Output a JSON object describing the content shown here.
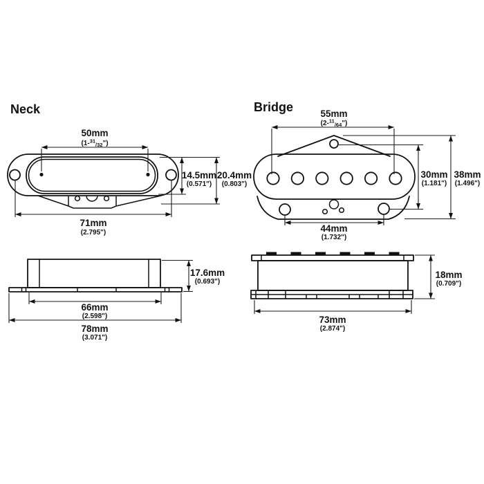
{
  "diagram": {
    "colors": {
      "line": "#111111",
      "background": "#ffffff"
    },
    "neck": {
      "title": "Neck",
      "top_view": {
        "pole_spread": {
          "mm": "50mm",
          "in_prefix": "(1-",
          "in_sup": "31",
          "in_sub": "/32",
          "in_suffix": "\")"
        },
        "cover_height": {
          "mm": "14.5mm",
          "in": "(0.571\")"
        },
        "total_height": {
          "mm": "20.4mm",
          "in": "(0.803\")"
        },
        "mount_spread": {
          "mm": "71mm",
          "in": "(2.795\")"
        }
      },
      "side_view": {
        "height": {
          "mm": "17.6mm",
          "in": "(0.693\")"
        },
        "body_width": {
          "mm": "66mm",
          "in": "(2.598\")"
        },
        "total_width": {
          "mm": "78mm",
          "in": "(3.071\")"
        }
      }
    },
    "bridge": {
      "title": "Bridge",
      "top_view": {
        "pole_spread": {
          "mm": "55mm",
          "in_prefix": "(2-",
          "in_sup": "11",
          "in_sub": "/64",
          "in_suffix": "\")"
        },
        "inner_height": {
          "mm": "30mm",
          "in": "(1.181\")"
        },
        "total_height": {
          "mm": "38mm",
          "in": "(1.496\")"
        },
        "mount_spread": {
          "mm": "44mm",
          "in": "(1.732\")"
        }
      },
      "side_view": {
        "height": {
          "mm": "18mm",
          "in": "(0.709\")"
        },
        "total_width": {
          "mm": "73mm",
          "in": "(2.874\")"
        }
      }
    }
  }
}
